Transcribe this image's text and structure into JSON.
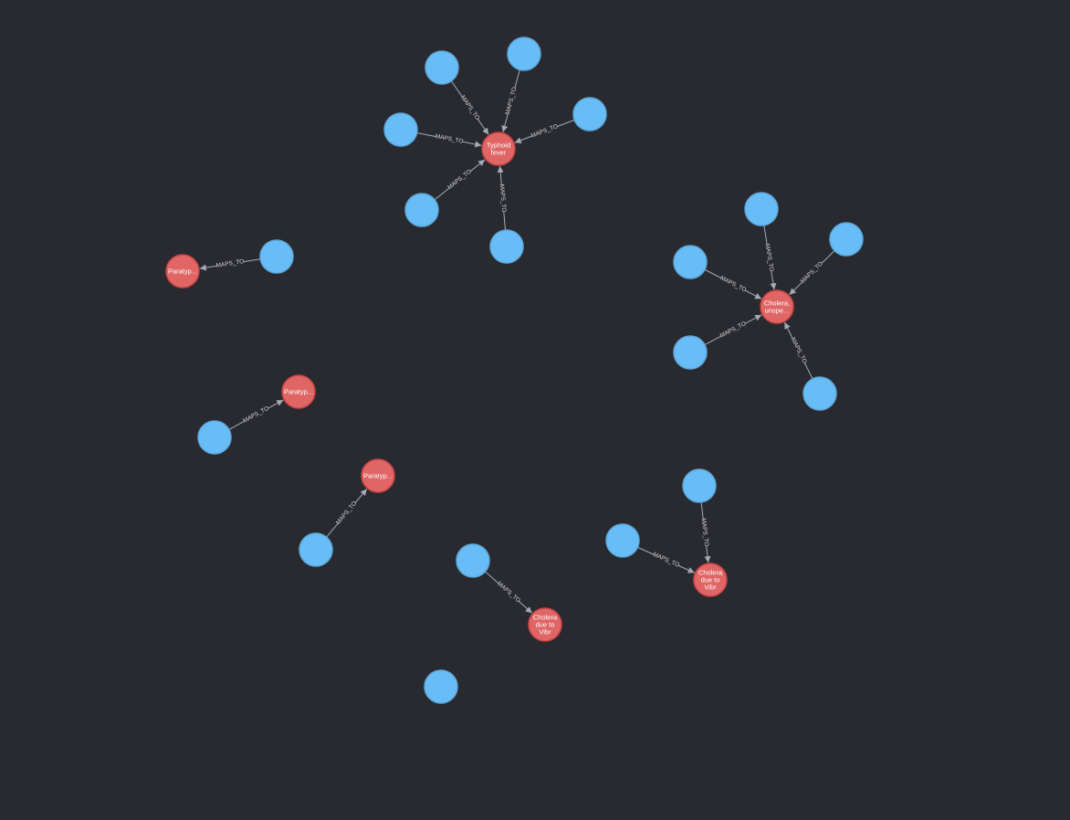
{
  "colors": {
    "background": "#292a30",
    "source_fill": "#68bdf6",
    "source_stroke": "#5ca8db",
    "target_fill": "#e06565",
    "target_stroke": "#c94444",
    "edge": "#a5abb6"
  },
  "relationship_type": "MAPS_TO",
  "nodes": [
    {
      "id": "t1",
      "kind": "target",
      "label_lines": [
        "Typhoid",
        "fever"
      ]
    },
    {
      "id": "t2",
      "kind": "target",
      "label_lines": [
        "Cholera,",
        "unspe..."
      ]
    },
    {
      "id": "t3",
      "kind": "target",
      "label_lines": [
        "Paratyp..."
      ]
    },
    {
      "id": "t4",
      "kind": "target",
      "label_lines": [
        "Paratyp..."
      ]
    },
    {
      "id": "t5",
      "kind": "target",
      "label_lines": [
        "Paratyp..."
      ]
    },
    {
      "id": "t6",
      "kind": "target",
      "label_lines": [
        "Cholera",
        "due to",
        "Vibr"
      ]
    },
    {
      "id": "t7",
      "kind": "target",
      "label_lines": [
        "Cholera",
        "due to",
        "Vibr"
      ]
    },
    {
      "id": "s1",
      "kind": "source",
      "label_lines": []
    },
    {
      "id": "s2",
      "kind": "source",
      "label_lines": []
    },
    {
      "id": "s3",
      "kind": "source",
      "label_lines": []
    },
    {
      "id": "s4",
      "kind": "source",
      "label_lines": []
    },
    {
      "id": "s5",
      "kind": "source",
      "label_lines": []
    },
    {
      "id": "s6",
      "kind": "source",
      "label_lines": []
    },
    {
      "id": "s7",
      "kind": "source",
      "label_lines": []
    },
    {
      "id": "s8",
      "kind": "source",
      "label_lines": []
    },
    {
      "id": "s9",
      "kind": "source",
      "label_lines": []
    },
    {
      "id": "s10",
      "kind": "source",
      "label_lines": []
    },
    {
      "id": "s11",
      "kind": "source",
      "label_lines": []
    },
    {
      "id": "s12",
      "kind": "source",
      "label_lines": []
    },
    {
      "id": "s13",
      "kind": "source",
      "label_lines": []
    },
    {
      "id": "s14",
      "kind": "source",
      "label_lines": []
    },
    {
      "id": "s15",
      "kind": "source",
      "label_lines": []
    },
    {
      "id": "s16",
      "kind": "source",
      "label_lines": []
    },
    {
      "id": "s17",
      "kind": "source",
      "label_lines": []
    },
    {
      "id": "s18",
      "kind": "source",
      "label_lines": []
    },
    {
      "id": "s19",
      "kind": "source",
      "label_lines": []
    }
  ],
  "edges": [
    {
      "from": "s1",
      "to": "t1",
      "label": "MAPS_TO"
    },
    {
      "from": "s2",
      "to": "t1",
      "label": "MAPS_TO"
    },
    {
      "from": "s3",
      "to": "t1",
      "label": "MAPS_TO"
    },
    {
      "from": "s4",
      "to": "t1",
      "label": "MAPS_TO"
    },
    {
      "from": "s5",
      "to": "t1",
      "label": "MAPS_TO"
    },
    {
      "from": "s6",
      "to": "t1",
      "label": "MAPS_TO"
    },
    {
      "from": "s7",
      "to": "t2",
      "label": "MAPS_TO"
    },
    {
      "from": "s8",
      "to": "t2",
      "label": "MAPS_TO"
    },
    {
      "from": "s9",
      "to": "t2",
      "label": "MAPS_TO"
    },
    {
      "from": "s10",
      "to": "t2",
      "label": "MAPS_TO"
    },
    {
      "from": "s11",
      "to": "t2",
      "label": "MAPS_TO"
    },
    {
      "from": "s12",
      "to": "t3",
      "label": "MAPS_TO"
    },
    {
      "from": "s13",
      "to": "t4",
      "label": "MAPS_TO"
    },
    {
      "from": "s14",
      "to": "t5",
      "label": "MAPS_TO"
    },
    {
      "from": "s15",
      "to": "t6",
      "label": "MAPS_TO"
    },
    {
      "from": "s16",
      "to": "t7",
      "label": "MAPS_TO"
    },
    {
      "from": "s17",
      "to": "t7",
      "label": "MAPS_TO"
    }
  ]
}
